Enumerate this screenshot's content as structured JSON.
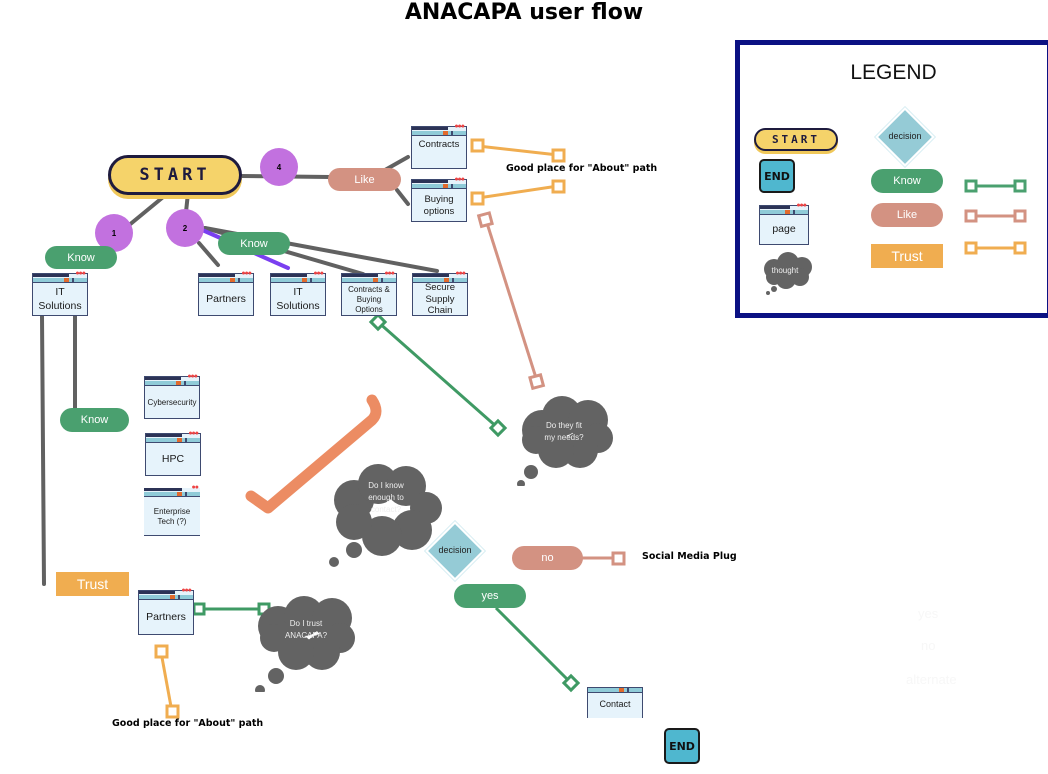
{
  "title": "ANACAPA user flow",
  "colors": {
    "start_fill": "#f5d36a",
    "know": "#4aa06f",
    "like": "#d39282",
    "trust": "#f0ad50",
    "end_fill": "#4fb7cf",
    "decision_fill": "#95cbd6",
    "thought_fill": "#636363",
    "step_circle": "#c271df",
    "legend_border": "#0b1183",
    "highlight_line": "#7a3ff0"
  },
  "start": {
    "label": "START"
  },
  "steps": [
    {
      "label": "1"
    },
    {
      "label": "2"
    },
    {
      "label": "4"
    }
  ],
  "branches": {
    "know_1": "Know",
    "know_2": "Know",
    "know_3": "Know",
    "like": "Like",
    "trust": "Trust"
  },
  "pages": {
    "it_solutions_left": "IT Solutions",
    "partners_top": "Partners",
    "it_solutions_mid": "IT Solutions",
    "contracts_buying": "Contracts & Buying Options",
    "secure_supply": "Secure Supply Chain",
    "contracts": "Contracts",
    "buying_options": "Buying options",
    "cybersecurity": "Cybersecurity",
    "hpc": "HPC",
    "enterprise_tech": "Enterprise Tech (?)",
    "partners_bottom": "Partners",
    "contact": "Contact"
  },
  "thoughts": {
    "fit_needs": "Do they fit my needs?",
    "know_enough": "Do I know enough to contact?",
    "trust_anacapa": "Do I trust ANACAPA?"
  },
  "decision": {
    "label": "decision",
    "yes": "yes",
    "no": "no"
  },
  "notes": {
    "about_top": "Good place for \"About\" path",
    "about_bottom": "Good place for \"About\" path",
    "social": "Social Media Plug"
  },
  "end": {
    "label": "END"
  },
  "faint_labels": [
    "yes",
    "no",
    "alternate"
  ],
  "legend": {
    "title": "LEGEND",
    "start": "START",
    "end": "END",
    "page": "page",
    "thought": "thought",
    "decision": "decision",
    "know": "Know",
    "like": "Like",
    "trust": "Trust"
  }
}
